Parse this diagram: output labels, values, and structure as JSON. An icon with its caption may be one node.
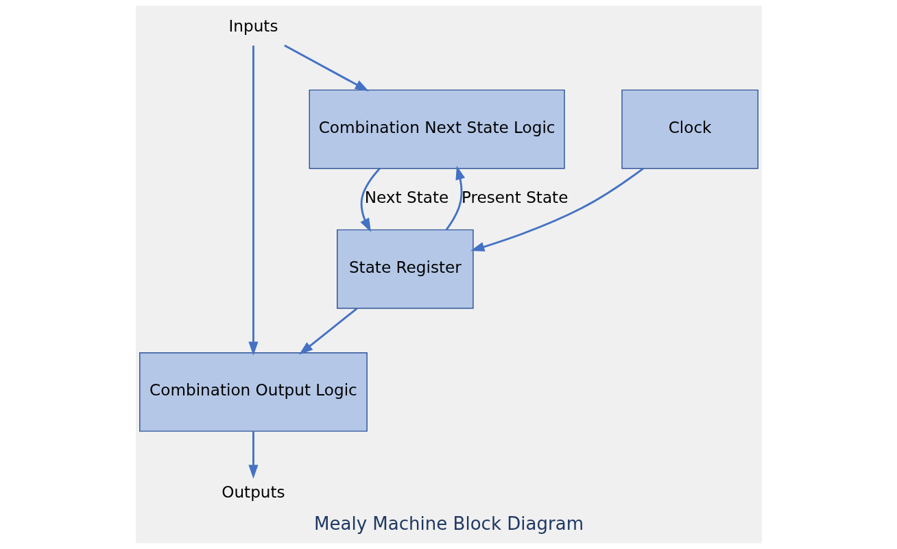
{
  "diagram": {
    "caption": "Mealy Machine Block Diagram",
    "nodes": [
      {
        "text": [
          "Inputs"
        ]
      },
      {
        "text": [
          "Combination Output Logic"
        ]
      },
      {
        "text": [
          "Outputs"
        ]
      },
      {
        "text": [
          "Combination Next State Logic"
        ]
      },
      {
        "text": [
          "State Register"
        ]
      },
      {
        "text": [
          "Clock"
        ]
      }
    ],
    "edges": [
      {
        "from": 0,
        "to": 1,
        "arrow": "to"
      },
      {
        "from": 0,
        "to": 3,
        "arrow": "to"
      },
      {
        "from": 1,
        "to": 2,
        "arrow": "to"
      },
      {
        "from": 3,
        "to": 4,
        "arrow": "to",
        "label": "Next State"
      },
      {
        "from": 4,
        "to": 1,
        "arrow": "to"
      },
      {
        "from": 4,
        "to": 3,
        "arrow": "to",
        "label": "Present State"
      },
      {
        "from": 5,
        "to": 4,
        "arrow": "to"
      }
    ]
  }
}
